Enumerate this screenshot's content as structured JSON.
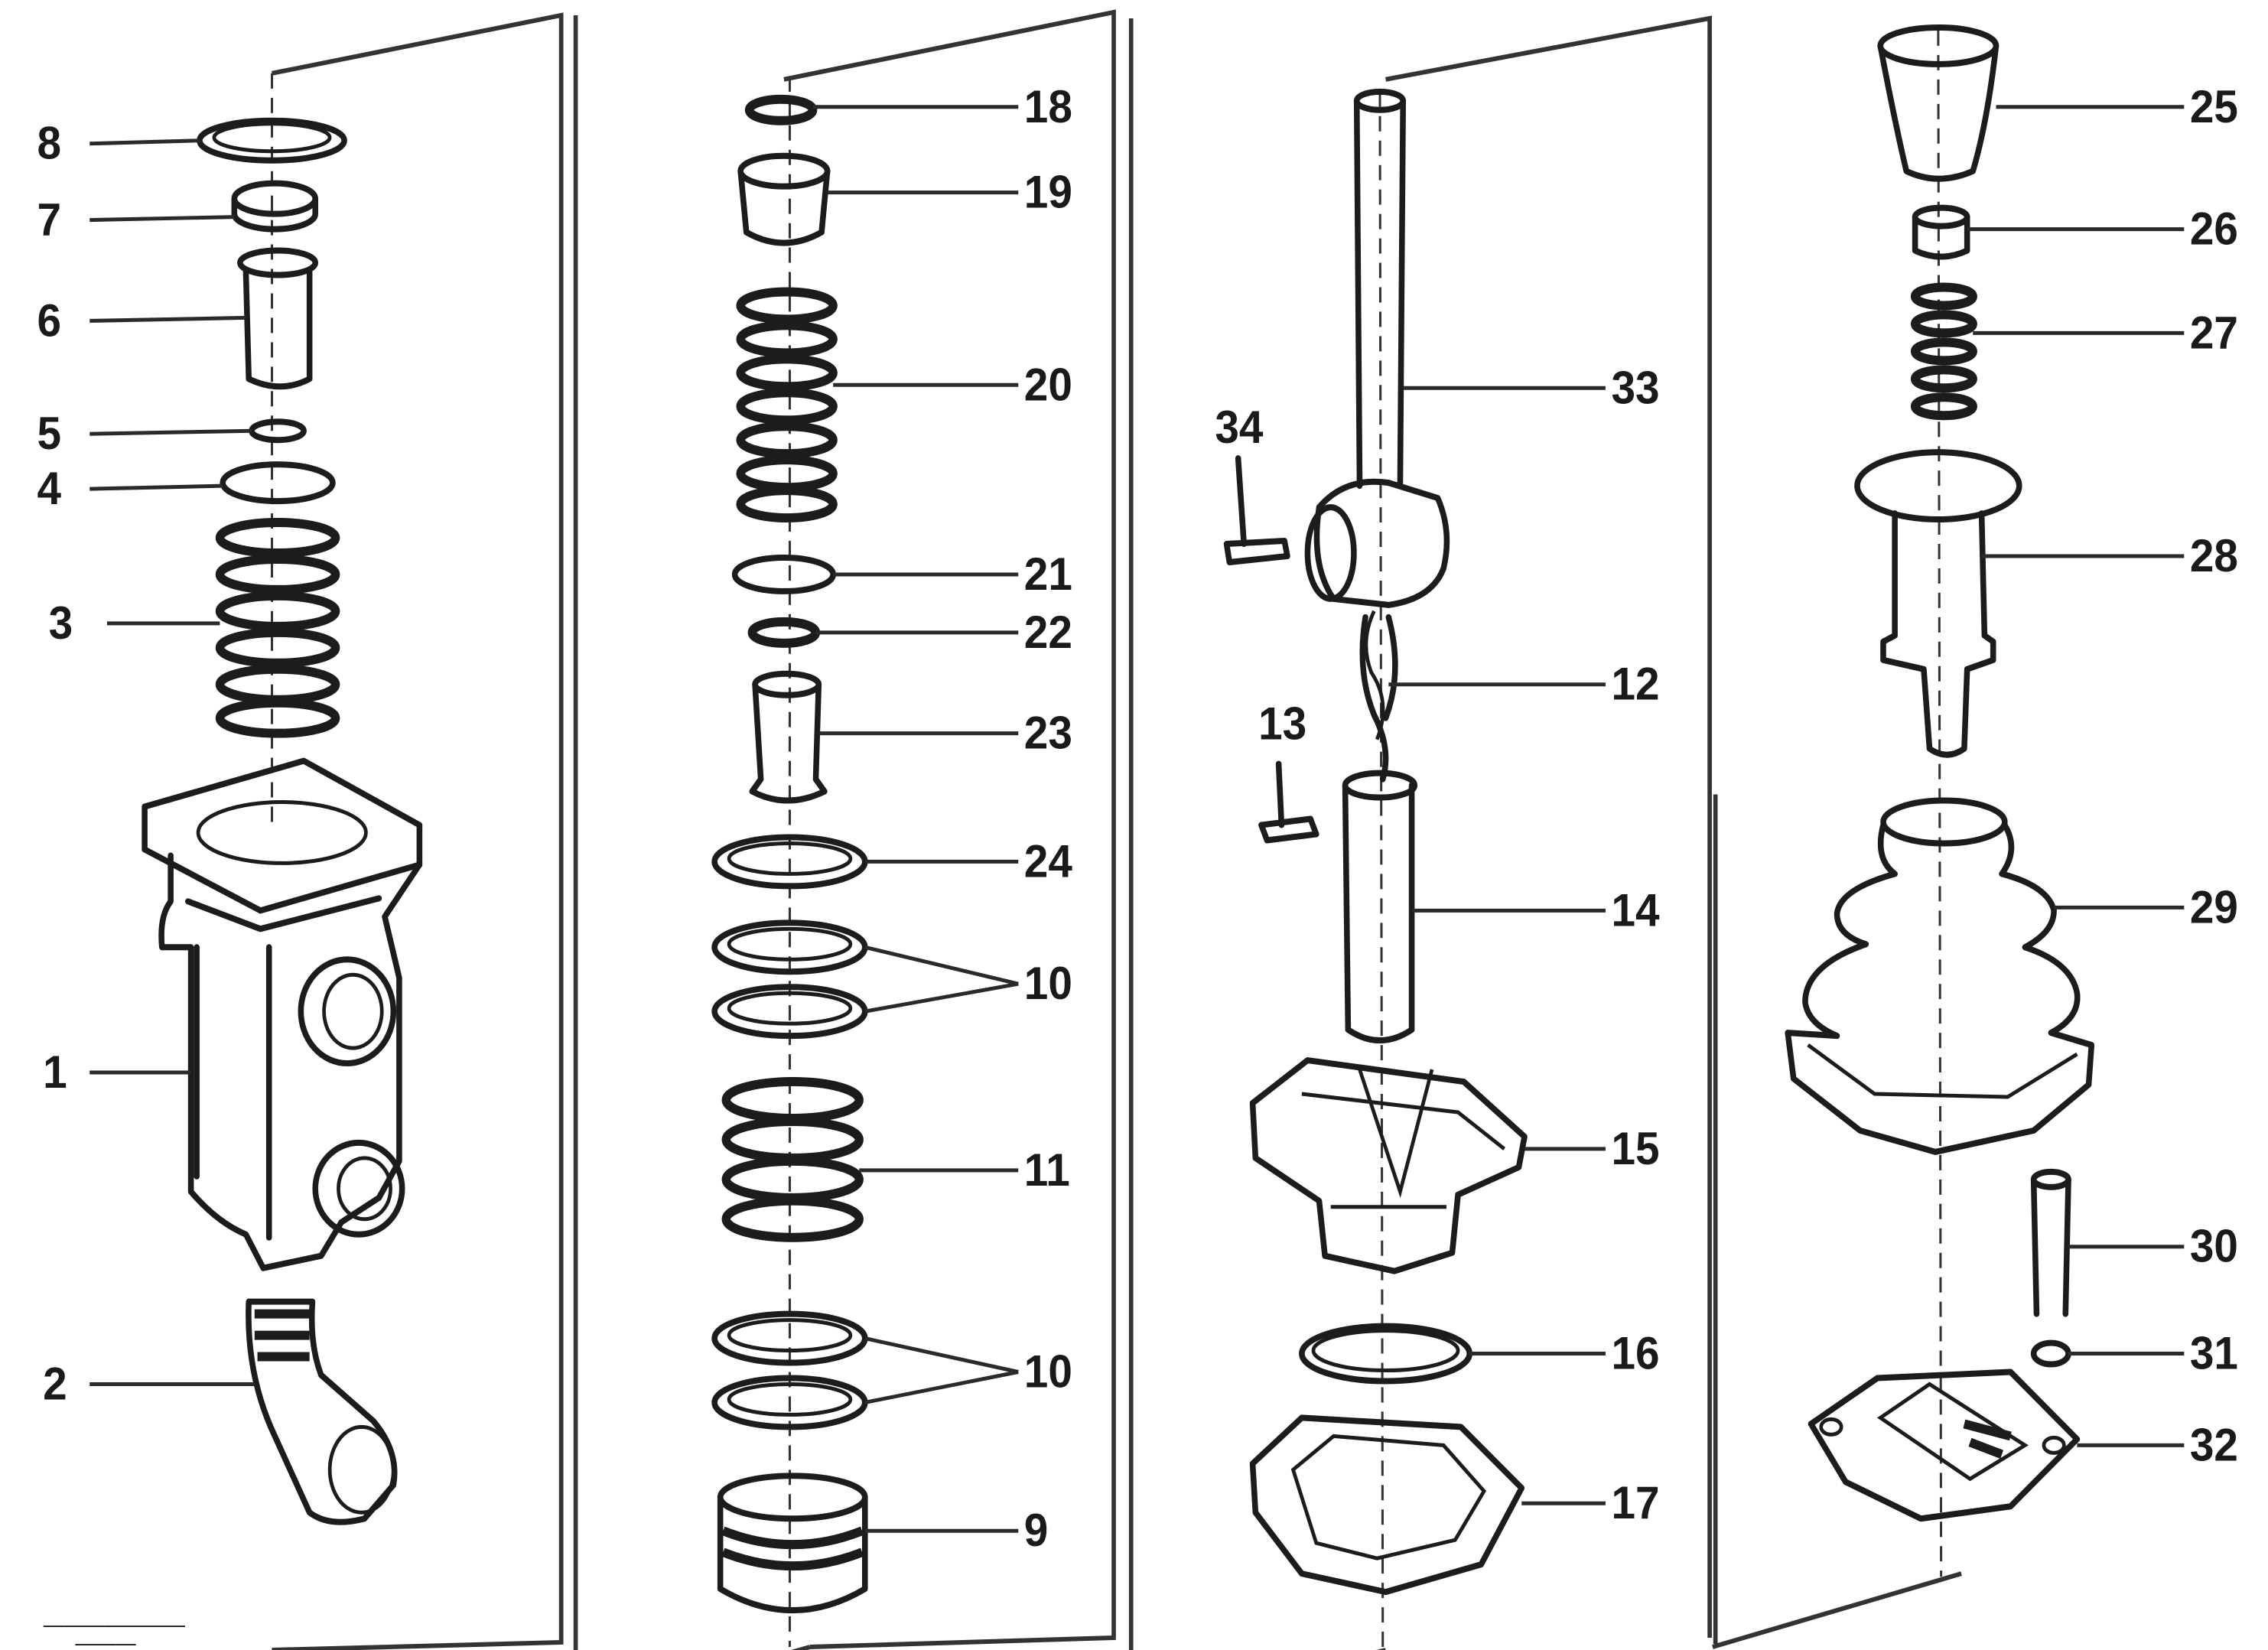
{
  "diagram": {
    "type": "exploded-parts-view",
    "columns": [
      {
        "id": "col1",
        "callouts": [
          {
            "num": "8"
          },
          {
            "num": "7"
          },
          {
            "num": "6"
          },
          {
            "num": "5"
          },
          {
            "num": "4"
          },
          {
            "num": "3"
          },
          {
            "num": "1"
          },
          {
            "num": "2"
          }
        ]
      },
      {
        "id": "col2",
        "callouts": [
          {
            "num": "18"
          },
          {
            "num": "19"
          },
          {
            "num": "20"
          },
          {
            "num": "21"
          },
          {
            "num": "22"
          },
          {
            "num": "23"
          },
          {
            "num": "24"
          },
          {
            "num": "10"
          },
          {
            "num": "11"
          },
          {
            "num": "10"
          },
          {
            "num": "9"
          }
        ]
      },
      {
        "id": "col3",
        "callouts": [
          {
            "num": "33"
          },
          {
            "num": "34"
          },
          {
            "num": "12"
          },
          {
            "num": "13"
          },
          {
            "num": "14"
          },
          {
            "num": "15"
          },
          {
            "num": "16"
          },
          {
            "num": "17"
          }
        ]
      },
      {
        "id": "col4",
        "callouts": [
          {
            "num": "25"
          },
          {
            "num": "26"
          },
          {
            "num": "27"
          },
          {
            "num": "28"
          },
          {
            "num": "29"
          },
          {
            "num": "30"
          },
          {
            "num": "31"
          },
          {
            "num": "32"
          }
        ]
      }
    ],
    "reference": {
      "line1": "———————",
      "line2": "———",
      "code": "——— ———"
    }
  }
}
